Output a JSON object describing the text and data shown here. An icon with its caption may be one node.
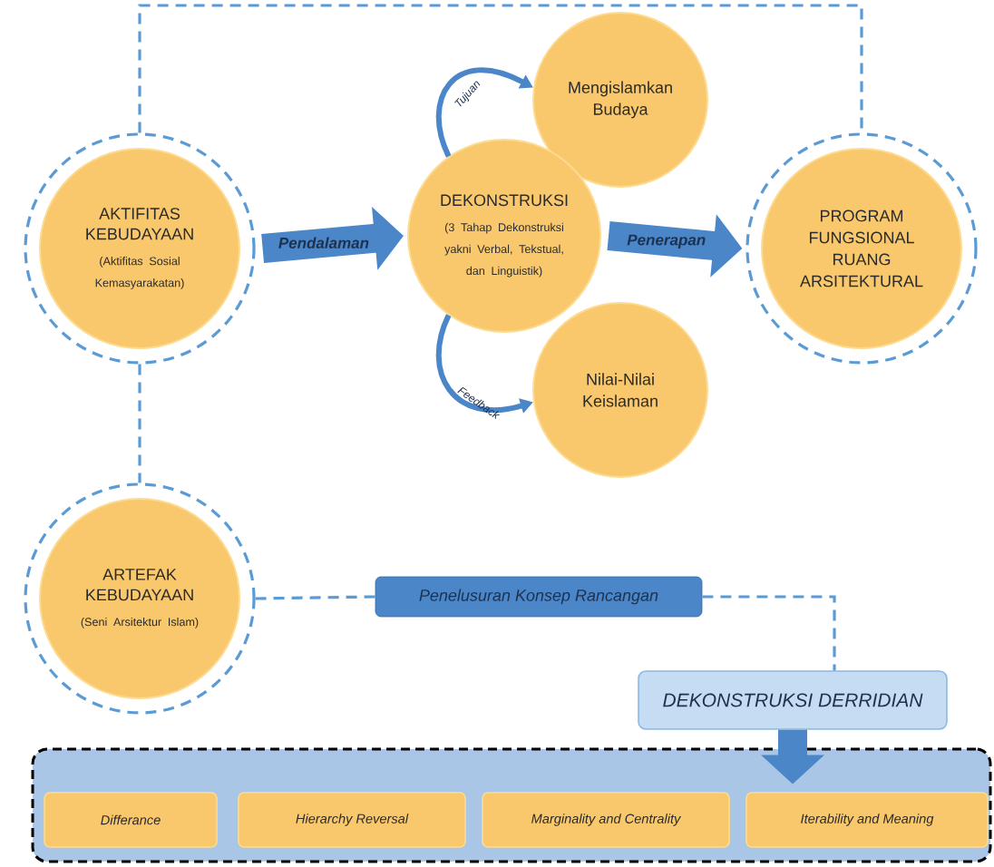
{
  "diagram": {
    "nodes": [
      {
        "text": [
          "AKTIFITAS KEBUDAYAAN",
          "(Aktifitas Sosial Kemasyarakatan)"
        ]
      },
      {
        "text": [
          "Mengislamkan Budaya"
        ]
      },
      {
        "text": [
          "DEKONSTRUKSI",
          "(3 Tahap Dekonstruksi yakni Verbal, Tekstual, dan Linguistik)"
        ]
      },
      {
        "text": [
          "Nilai-Nilai Keislaman"
        ]
      },
      {
        "text": [
          "PROGRAM FUNGSIONAL RUANG ARSITEKTURAL"
        ]
      },
      {
        "text": [
          "ARTEFAK KEBUDAYAAN",
          "(Seni Arsitektur Islam)"
        ]
      },
      {
        "text": [
          "Penelusuran Konsep Rancangan"
        ]
      },
      {
        "text": [
          "DEKONSTRUKSI DERRIDIAN"
        ]
      },
      {
        "text": [],
        "shape": "box"
      },
      {
        "text": [
          "Differance"
        ],
        "in": 8
      },
      {
        "text": [
          "Hierarchy Reversal"
        ],
        "in": 8
      },
      {
        "text": [
          "Marginality and Centrality"
        ],
        "in": 8
      },
      {
        "text": [
          "Iterability and Meaning"
        ],
        "in": 8
      }
    ],
    "edges": [
      {
        "from": 0,
        "to": 2,
        "arrow": "to",
        "label": "Pendalaman",
        "style": "thick"
      },
      {
        "from": 2,
        "to": 4,
        "arrow": "to",
        "label": "Penerapan",
        "style": "thick"
      },
      {
        "from": 0,
        "to": 4,
        "arrow": "none",
        "style": "dashed"
      },
      {
        "from": 0,
        "to": 5,
        "arrow": "none",
        "style": "dashed"
      },
      {
        "from": 2,
        "to": 1,
        "arrow": "to",
        "label": "Tujuan"
      },
      {
        "from": 2,
        "to": 3,
        "arrow": "to",
        "label": "Feedback"
      },
      {
        "from": 5,
        "to": 6,
        "arrow": "none",
        "style": "dashed"
      },
      {
        "from": 6,
        "to": 7,
        "arrow": "none",
        "style": "dashed"
      },
      {
        "from": 7,
        "to": 8,
        "arrow": "to",
        "style": "thick"
      }
    ]
  }
}
